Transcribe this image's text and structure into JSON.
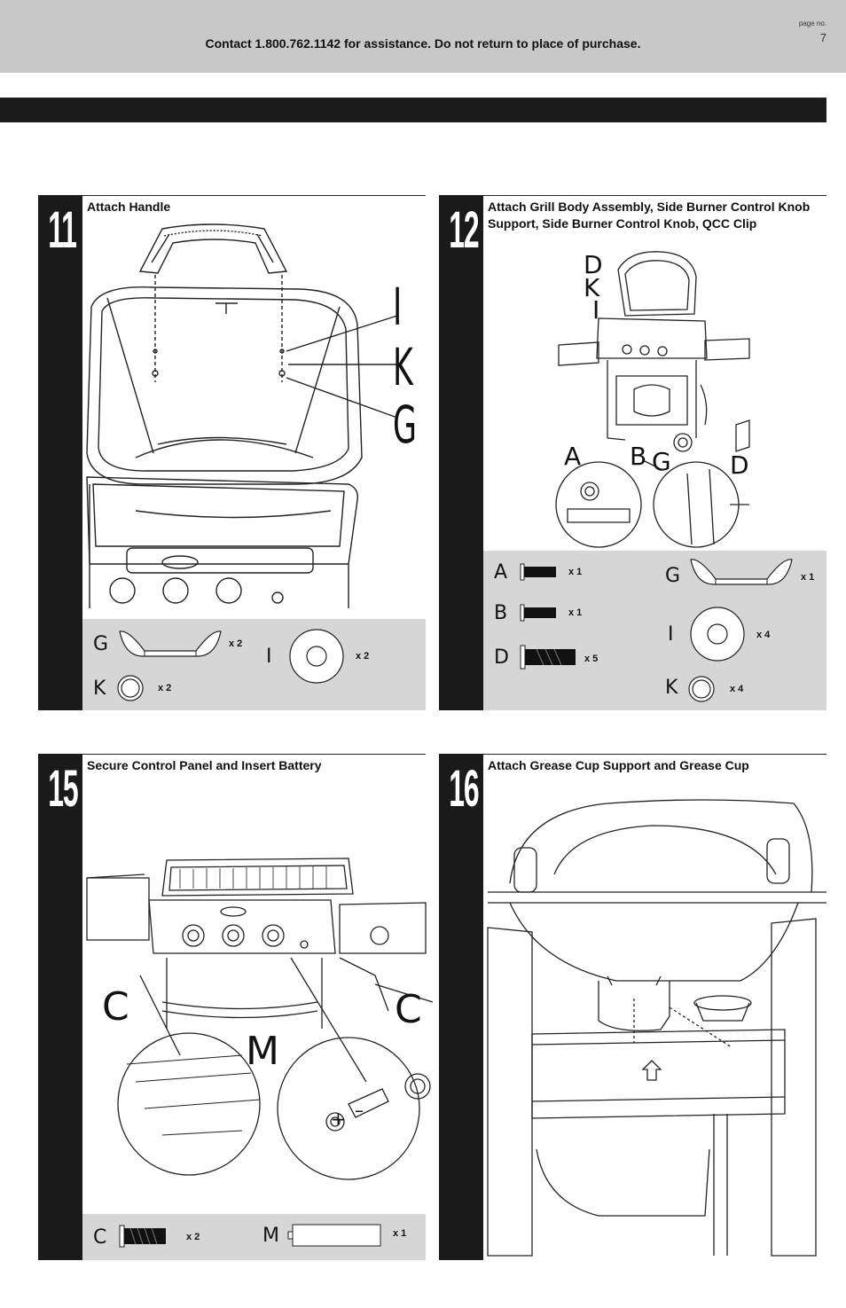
{
  "header": {
    "contact": "Contact 1.800.762.1142 for assistance. Do not return to place of purchase.",
    "page_label": "page no.",
    "page_number": "7"
  },
  "steps": [
    {
      "number": "11",
      "title": "Attach Handle",
      "callouts": [
        "I",
        "K",
        "G"
      ],
      "parts": [
        {
          "letter": "G",
          "qty": "x 2"
        },
        {
          "letter": "I",
          "qty": "x 2"
        },
        {
          "letter": "K",
          "qty": "x 2"
        }
      ]
    },
    {
      "number": "12",
      "title": "Attach Grill Body Assembly, Side Burner Control Knob Support, Side Burner Control Knob, QCC Clip",
      "callouts": [
        "D",
        "K",
        "I",
        "A",
        "B",
        "G",
        "D"
      ],
      "parts": [
        {
          "letter": "A",
          "qty": "x 1"
        },
        {
          "letter": "B",
          "qty": "x 1"
        },
        {
          "letter": "D",
          "qty": "x 5"
        },
        {
          "letter": "G",
          "qty": "x 1"
        },
        {
          "letter": "I",
          "qty": "x 4"
        },
        {
          "letter": "K",
          "qty": "x 4"
        }
      ]
    },
    {
      "number": "15",
      "title": "Secure Control Panel and Insert Battery",
      "callouts": [
        "C",
        "C",
        "M",
        "+",
        "–"
      ],
      "parts": [
        {
          "letter": "C",
          "qty": "x 2"
        },
        {
          "letter": "M",
          "qty": "x 1"
        }
      ]
    },
    {
      "number": "16",
      "title": "Attach Grease Cup Support and Grease Cup"
    }
  ]
}
